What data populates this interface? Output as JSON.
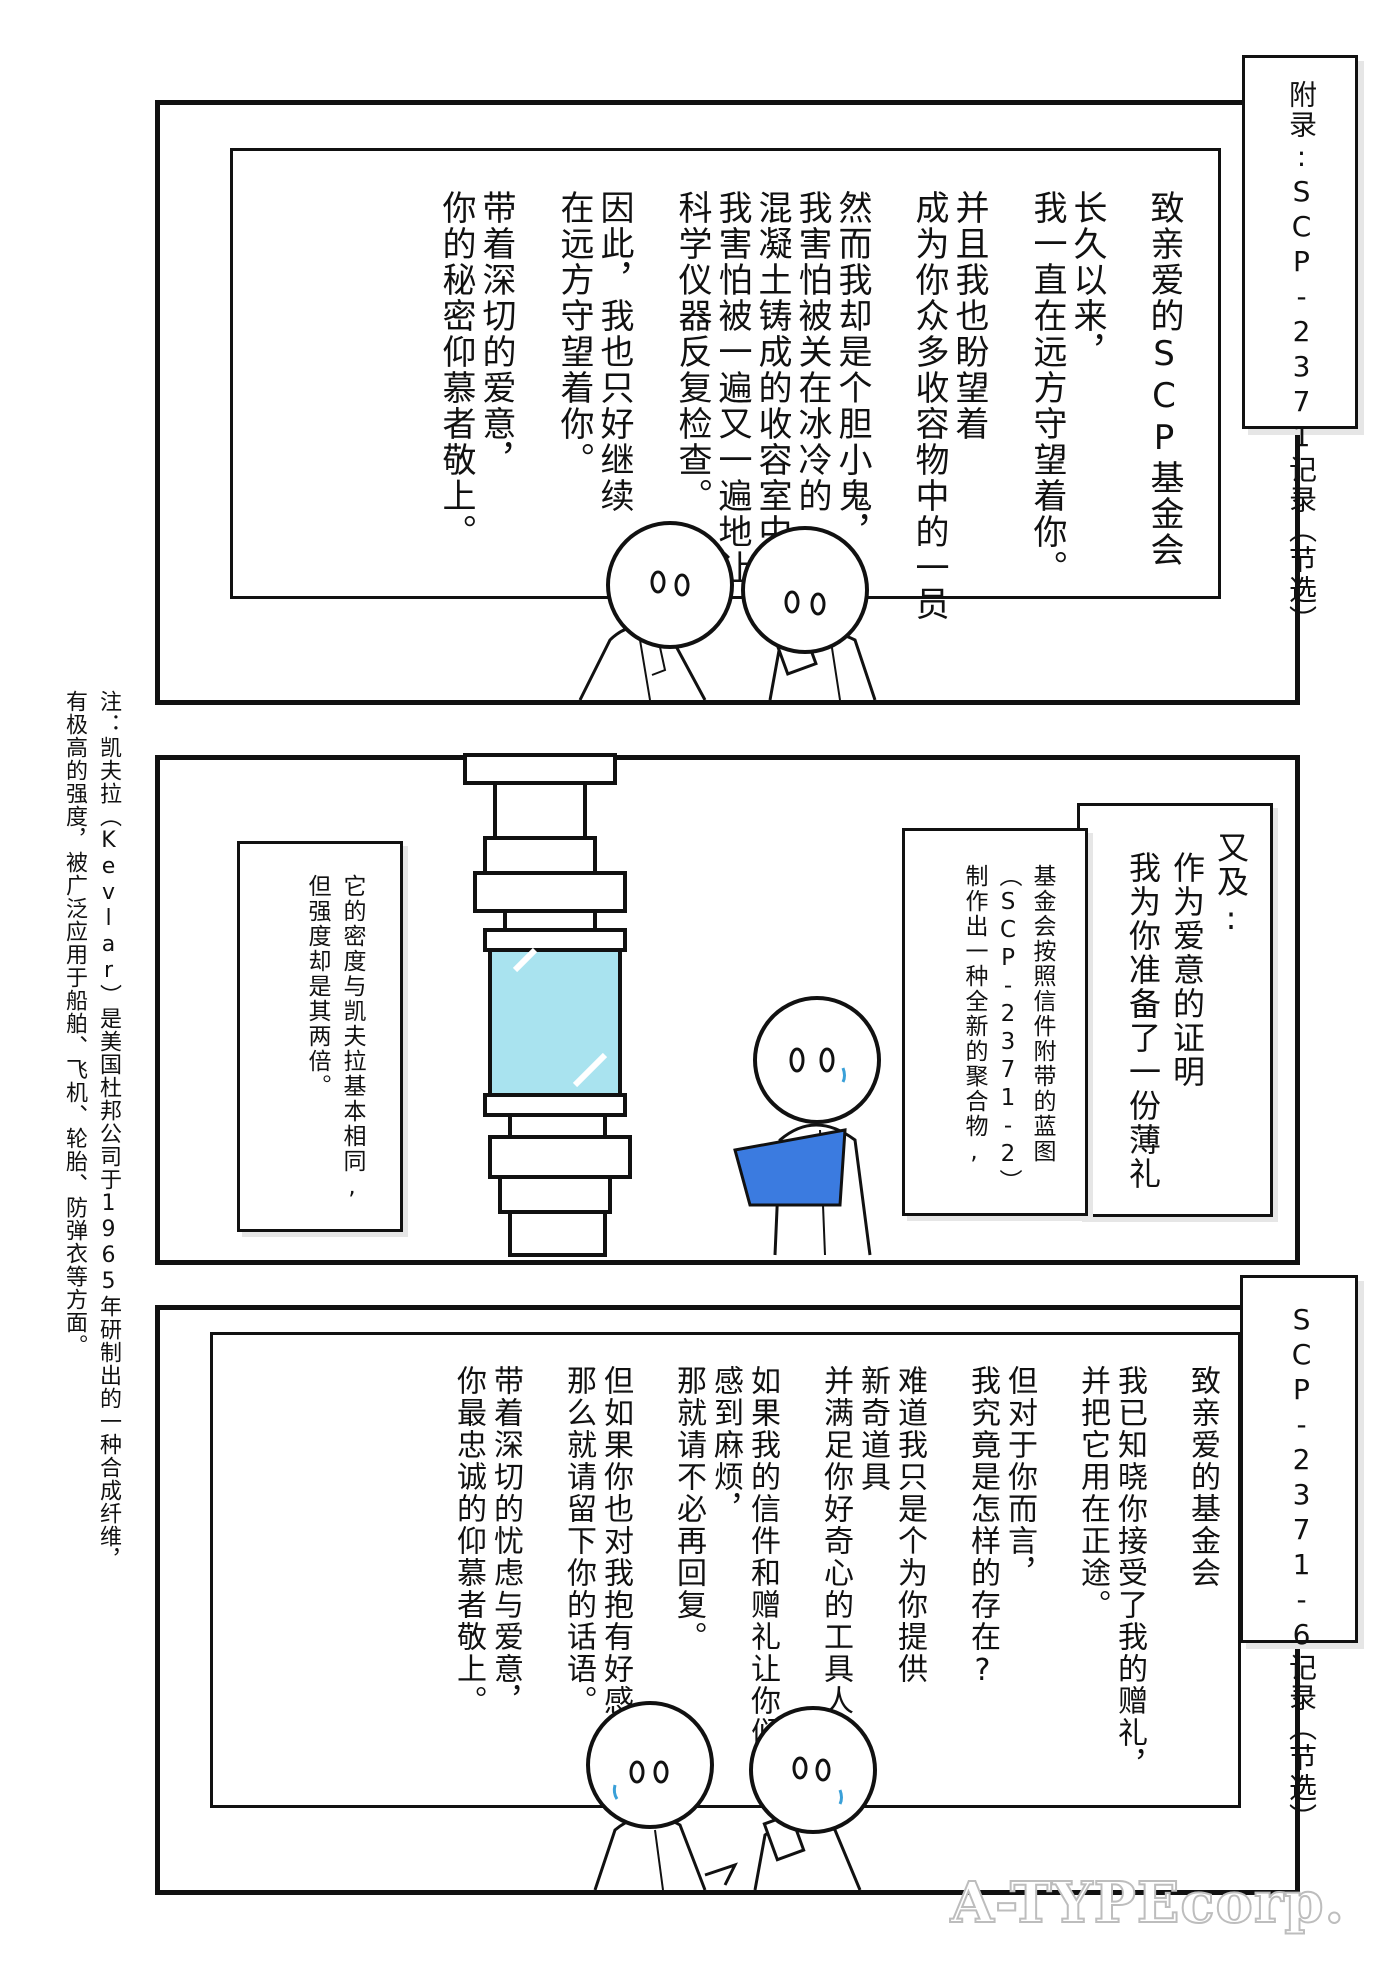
{
  "panel1": {
    "tag": "附录:SCP-2371记录（节选）",
    "letter": [
      "致亲爱的SCP基金会",
      "长久以来，",
      "我一直在远方守望着你。",
      "并且我也盼望着",
      "成为你众多收容物中的一员",
      "然而我却是个胆小鬼，",
      "我害怕被关在冰冷的",
      "混凝土铸成的收容室中，",
      "我害怕被一遍又一遍地让",
      "科学仪器反复检查。",
      "因此，我也只好继续",
      "在远方守望着你。",
      "带着深切的爱意，",
      "你的秘密仰慕者敬上。"
    ]
  },
  "panel2": {
    "speech": [
      "又及:",
      "作为爱意的证明",
      "我为你准备了一份薄礼"
    ],
    "caption_right": [
      "基金会按照信件附带的蓝图",
      "（SCP-2371-2）",
      "制作出一种全新的聚合物,"
    ],
    "caption_left": [
      "它的密度与凯夫拉基本相同,",
      "但强度却是其两倍。"
    ]
  },
  "panel3": {
    "tag": "SCP-2371-6记录（节选）",
    "letter": [
      "致亲爱的基金会",
      "我已知晓你接受了我的赠礼，",
      "并把它用在正途。",
      "但对于你而言，",
      "我究竟是怎样的存在?",
      "难道我只是个为你提供",
      "新奇道具",
      "并满足你好奇心的工具人吗?",
      "如果我的信件和赠礼让你们",
      "感到麻烦，",
      "那就请不必再回复。",
      "但如果你也对我抱有好感，",
      "那么就请留下你的话语。",
      "带着深切的忧虑与爱意，",
      "你最忠诚的仰慕者敬上。"
    ]
  },
  "note": [
    "注：凯夫拉（Kevlar）是美国杜邦公司于1965年研制出的一种合成纤维，",
    "有极高的强度，被广泛应用于船舶、飞机、轮胎、防弹衣等方面。"
  ],
  "watermark": "A-TYPEcorp."
}
